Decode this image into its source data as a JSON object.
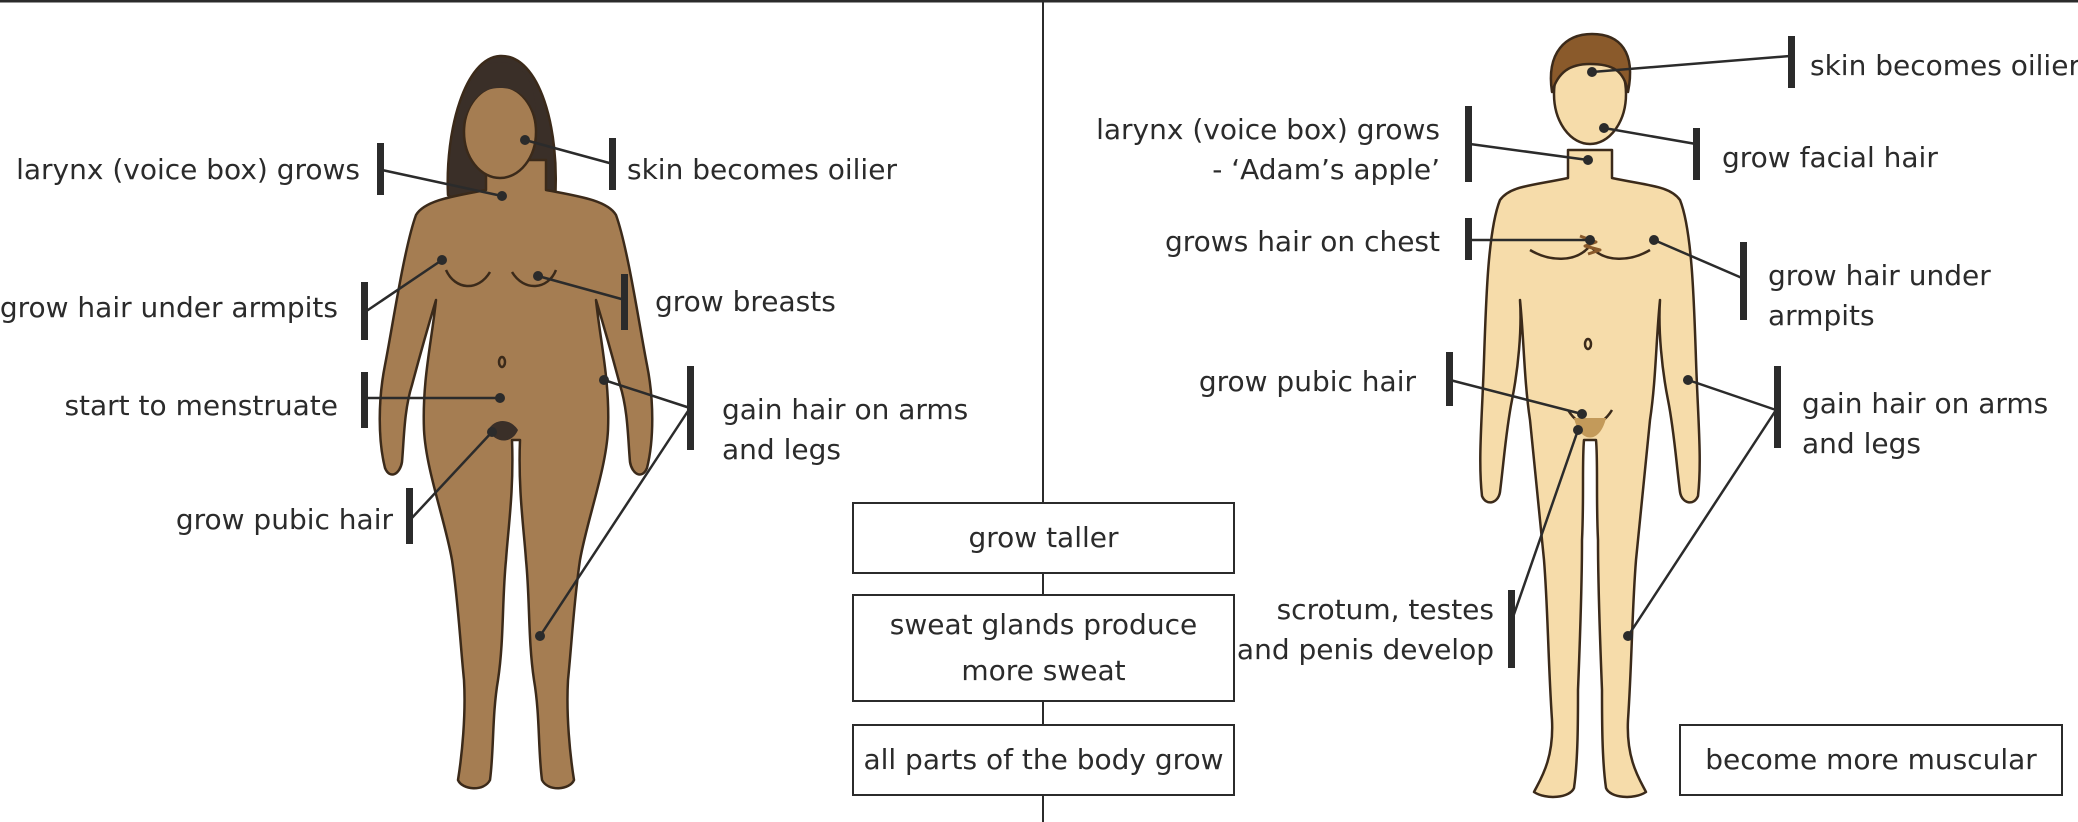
{
  "female": {
    "labels": {
      "larynx": "larynx (voice box) grows",
      "skin": "skin becomes oilier",
      "armpit_hair": "grow hair under armpits",
      "breasts": "grow breasts",
      "menstruate": "start to menstruate",
      "arms_legs_1": "gain hair on arms",
      "arms_legs_2": "and legs",
      "pubic_hair": "grow pubic hair"
    },
    "skin_color": "#a57d52",
    "hair_color": "#3a2f28"
  },
  "male": {
    "labels": {
      "skin": "skin becomes oilier",
      "larynx_1": "larynx (voice box) grows",
      "larynx_2": "- ‘Adam’s apple’",
      "facial_hair": "grow facial hair",
      "chest_hair": "grows hair on chest",
      "armpit_hair_1": "grow hair under",
      "armpit_hair_2": "armpits",
      "pubic_hair": "grow pubic hair",
      "arms_legs_1": "gain hair on arms",
      "arms_legs_2": "and legs",
      "genitals_1": "scrotum, testes",
      "genitals_2": "and penis develop"
    },
    "skin_color": "#f6dcaa",
    "hair_color": "#8a5a2b"
  },
  "shared": {
    "grow_taller": "grow taller",
    "sweat_1": "sweat glands produce",
    "sweat_2": "more sweat",
    "body_grows": "all parts of the body grow",
    "muscular": "become more muscular"
  },
  "colors": {
    "ink": "#2b2b2b",
    "outline": "#3b2a1a"
  }
}
